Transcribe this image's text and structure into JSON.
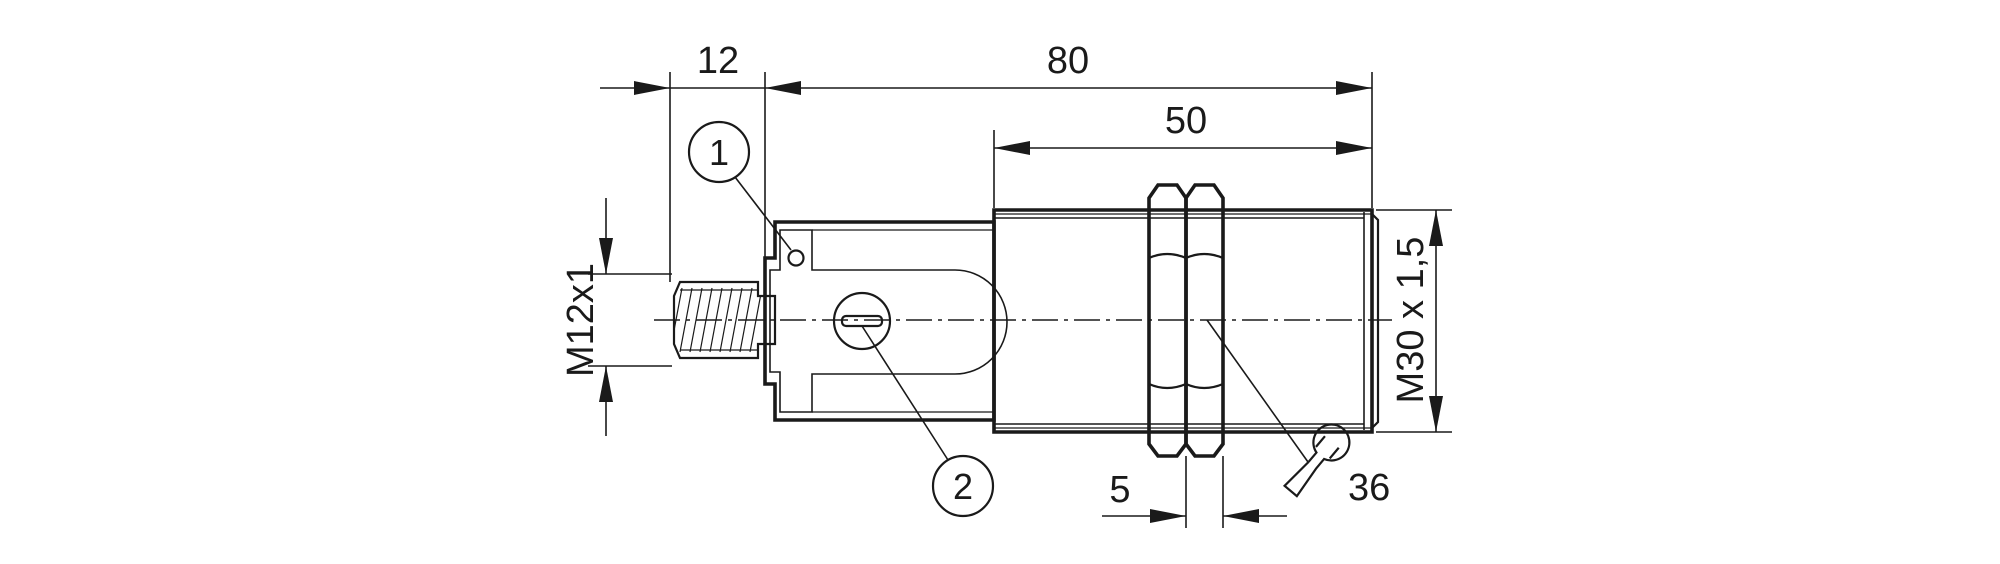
{
  "dimensions": {
    "connector_length": "12",
    "overall_length": "80",
    "thread_length": "50",
    "nut_thickness": "5",
    "connector_thread": "M12x1",
    "housing_thread": "M30 x 1,5",
    "wrench_size": "36"
  },
  "callouts": {
    "first": "1",
    "second": "2"
  },
  "icons": {
    "wrench": "wrench-icon"
  },
  "colors": {
    "line": "#1a1a1a",
    "background": "#ffffff"
  }
}
